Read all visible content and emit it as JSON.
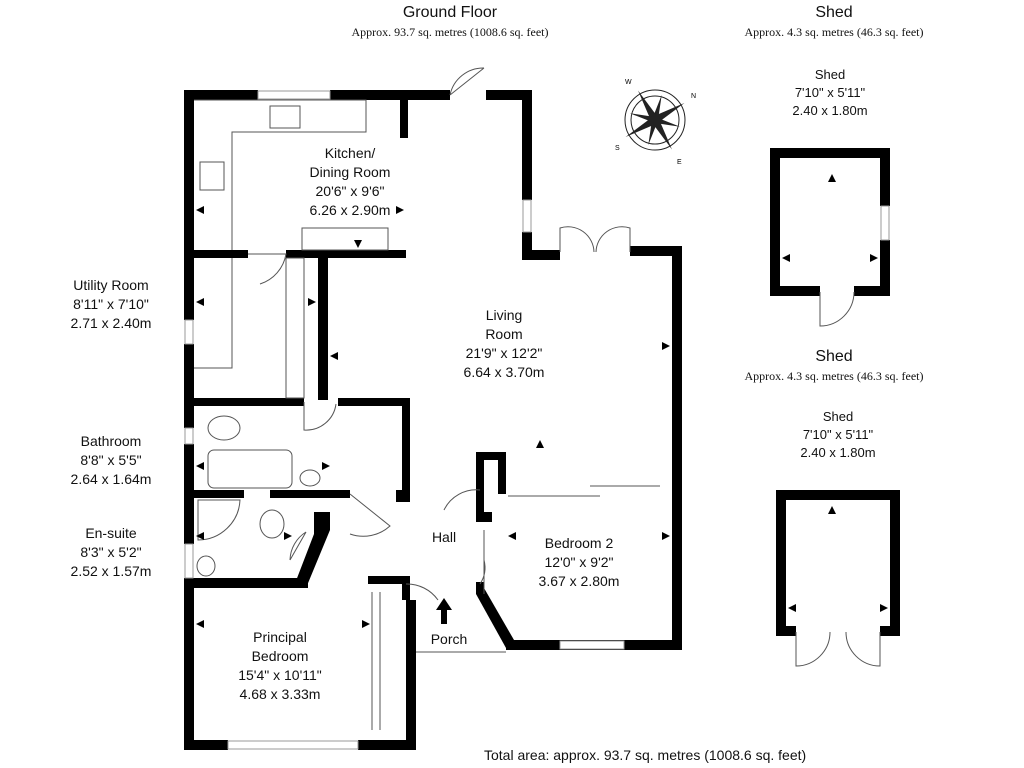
{
  "headers": {
    "ground_title": "Ground Floor",
    "ground_area": "Approx. 93.7 sq. metres (1008.6 sq. feet)",
    "shed1_title": "Shed",
    "shed1_area": "Approx. 4.3 sq. metres (46.3 sq. feet)",
    "shed2_title": "Shed",
    "shed2_area": "Approx. 4.3 sq. metres (46.3 sq. feet)"
  },
  "rooms": {
    "kitchen": {
      "name1": "Kitchen/",
      "name2": "Dining Room",
      "imperial": "20'6\" x 9'6\"",
      "metric": "6.26 x 2.90m"
    },
    "living": {
      "name1": "Living",
      "name2": "Room",
      "imperial": "21'9\" x 12'2\"",
      "metric": "6.64 x 3.70m"
    },
    "utility": {
      "name": "Utility Room",
      "imperial": "8'11\" x 7'10\"",
      "metric": "2.71 x 2.40m"
    },
    "bathroom": {
      "name": "Bathroom",
      "imperial": "8'8\" x 5'5\"",
      "metric": "2.64 x 1.64m"
    },
    "ensuite": {
      "name": "En-suite",
      "imperial": "8'3\" x 5'2\"",
      "metric": "2.52 x 1.57m"
    },
    "bedroom2": {
      "name": "Bedroom 2",
      "imperial": "12'0\" x 9'2\"",
      "metric": "3.67 x 2.80m"
    },
    "principal": {
      "name1": "Principal",
      "name2": "Bedroom",
      "imperial": "15'4\" x 10'11\"",
      "metric": "4.68 x 3.33m"
    },
    "hall": {
      "name": "Hall"
    },
    "porch": {
      "name": "Porch"
    },
    "shed1": {
      "name": "Shed",
      "imperial": "7'10\" x 5'11\"",
      "metric": "2.40 x 1.80m"
    },
    "shed2": {
      "name": "Shed",
      "imperial": "7'10\" x 5'11\"",
      "metric": "2.40 x 1.80m"
    }
  },
  "total_area": "Total area: approx. 93.7 sq. metres (1008.6 sq. feet)",
  "compass": {
    "n": "N",
    "s": "S",
    "e": "E",
    "w": "W"
  },
  "colors": {
    "wall": "#000000",
    "fixture": "#555555",
    "window": "#999999"
  }
}
